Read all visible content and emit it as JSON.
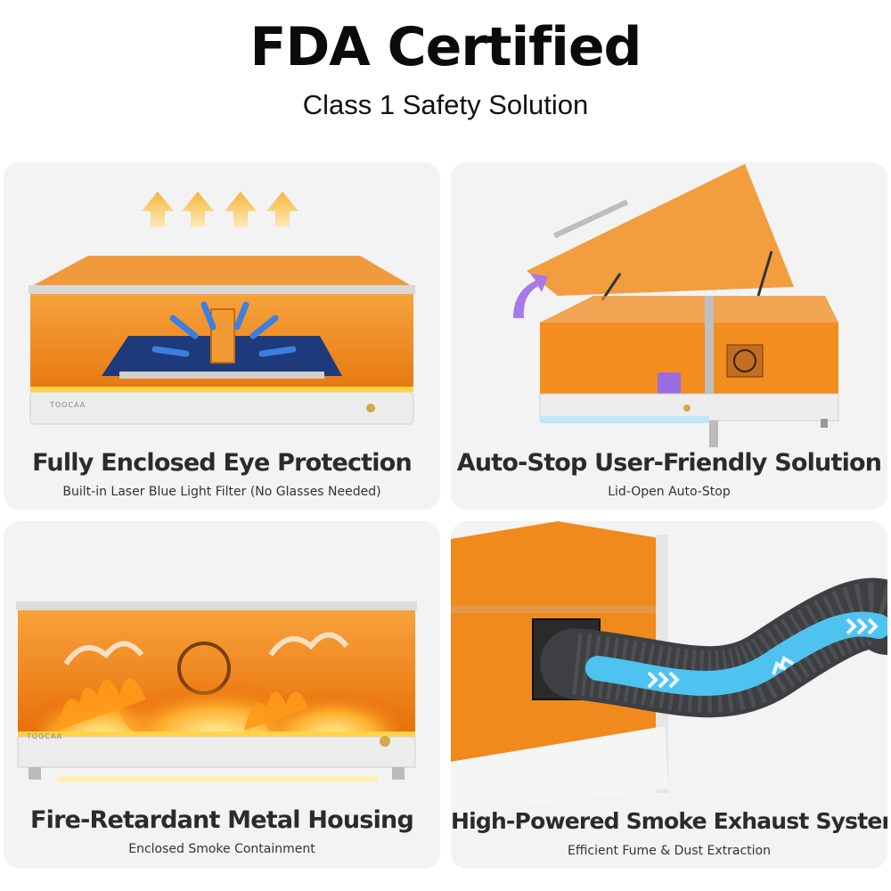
{
  "header": {
    "title": "FDA Certified",
    "subtitle": "Class 1 Safety Solution"
  },
  "cards": [
    {
      "heading": "Fully Enclosed Eye Protection",
      "caption": "Built-in Laser Blue Light Filter (No Glasses Needed)",
      "brand": "TOOCAA",
      "icon": "upward-arrows-icon"
    },
    {
      "heading": "Auto-Stop User-Friendly Solution",
      "caption": "Lid-Open Auto-Stop",
      "icon": "lid-open-arrow-icon"
    },
    {
      "heading": "Fire-Retardant Metal Housing",
      "caption": "Enclosed Smoke Containment",
      "brand": "TOOCAA",
      "icon": "flame-icon"
    },
    {
      "heading": "High-Powered Smoke Exhaust System",
      "caption": "Efficient Fume & Dust Extraction",
      "icon": "airflow-chevrons-icon"
    }
  ],
  "colors": {
    "acrylic_orange": "#f08a1c",
    "frame_silver": "#d9d9d9",
    "card_bg": "#f3f3f3",
    "arrow_gold": "#f2b53a",
    "airflow_blue": "#4fc3f0",
    "lid_arrow_purple": "#a779e9"
  }
}
